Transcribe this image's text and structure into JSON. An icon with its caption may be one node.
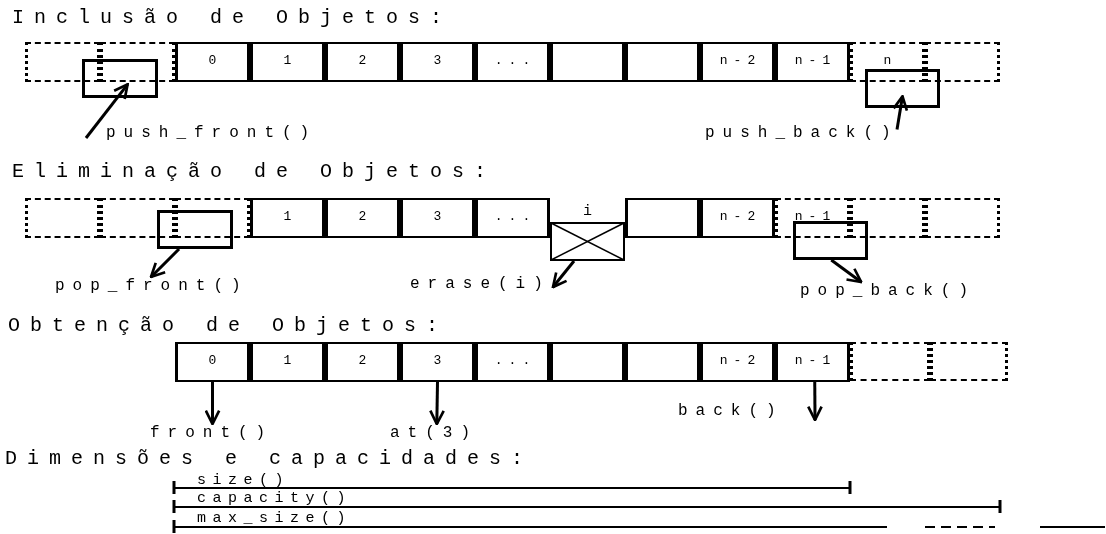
{
  "diagram": {
    "nodes": [
      {
        "text": [],
        "shape": "box"
      },
      {
        "text": [],
        "shape": "box"
      },
      {
        "text": [
          "0"
        ]
      },
      {
        "text": [
          "1"
        ]
      },
      {
        "text": [
          "2"
        ]
      },
      {
        "text": [
          "3"
        ]
      },
      {
        "text": [
          "..."
        ]
      },
      {
        "text": [],
        "shape": "box"
      },
      {
        "text": [],
        "shape": "box"
      },
      {
        "text": [
          "n-2"
        ]
      },
      {
        "text": [
          "n-1"
        ]
      },
      {
        "text": [
          "n"
        ]
      },
      {
        "text": [],
        "shape": "box"
      },
      {
        "text": [],
        "shape": "box"
      },
      {
        "text": [],
        "shape": "box"
      },
      {
        "text": [
          "push_front()"
        ]
      },
      {
        "text": [
          "push_back()"
        ]
      },
      {
        "text": [],
        "shape": "box"
      },
      {
        "text": [],
        "shape": "box"
      },
      {
        "text": [],
        "shape": "box"
      },
      {
        "text": [
          "1"
        ]
      },
      {
        "text": [
          "2"
        ]
      },
      {
        "text": [
          "3"
        ]
      },
      {
        "text": [
          "..."
        ]
      },
      {
        "text": [
          "i"
        ]
      },
      {
        "text": [],
        "shape": "box"
      },
      {
        "text": [
          "n-2"
        ]
      },
      {
        "text": [
          "n-1"
        ]
      },
      {
        "text": [],
        "shape": "box"
      },
      {
        "text": [],
        "shape": "box"
      },
      {
        "text": [],
        "shape": "box"
      },
      {
        "text": [],
        "shape": "box"
      },
      {
        "text": [
          "pop_front()"
        ]
      },
      {
        "text": [
          "erase(i)"
        ]
      },
      {
        "text": [
          "pop_back()"
        ]
      },
      {
        "text": [
          "0"
        ]
      },
      {
        "text": [
          "1"
        ]
      },
      {
        "text": [
          "2"
        ]
      },
      {
        "text": [
          "3"
        ]
      },
      {
        "text": [
          "..."
        ]
      },
      {
        "text": [],
        "shape": "box"
      },
      {
        "text": [],
        "shape": "box"
      },
      {
        "text": [
          "n-2"
        ]
      },
      {
        "text": [
          "n-1"
        ]
      },
      {
        "text": [],
        "shape": "box"
      },
      {
        "text": [],
        "shape": "box"
      },
      {
        "text": [
          "front()"
        ]
      },
      {
        "text": [
          "at(3)"
        ]
      },
      {
        "text": [
          "back()"
        ]
      }
    ],
    "edges": [
      {
        "from": 15,
        "to": 13,
        "arrow": "to"
      },
      {
        "from": 16,
        "to": 14,
        "arrow": "to"
      },
      {
        "from": 30,
        "to": 32,
        "arrow": "to"
      },
      {
        "from": 24,
        "to": 33,
        "arrow": "to"
      },
      {
        "from": 31,
        "to": 34,
        "arrow": "to"
      },
      {
        "from": 35,
        "to": 46,
        "arrow": "to"
      },
      {
        "from": 38,
        "to": 47,
        "arrow": "to"
      },
      {
        "from": 43,
        "to": 48,
        "arrow": "to"
      }
    ],
    "labels": [
      "Inclusão de Objetos:",
      "Eliminação de Objetos:",
      "Obtenção de Objetos:",
      "Dimensões e capacidades:",
      "size()",
      "capacity()",
      "max_size()"
    ]
  }
}
